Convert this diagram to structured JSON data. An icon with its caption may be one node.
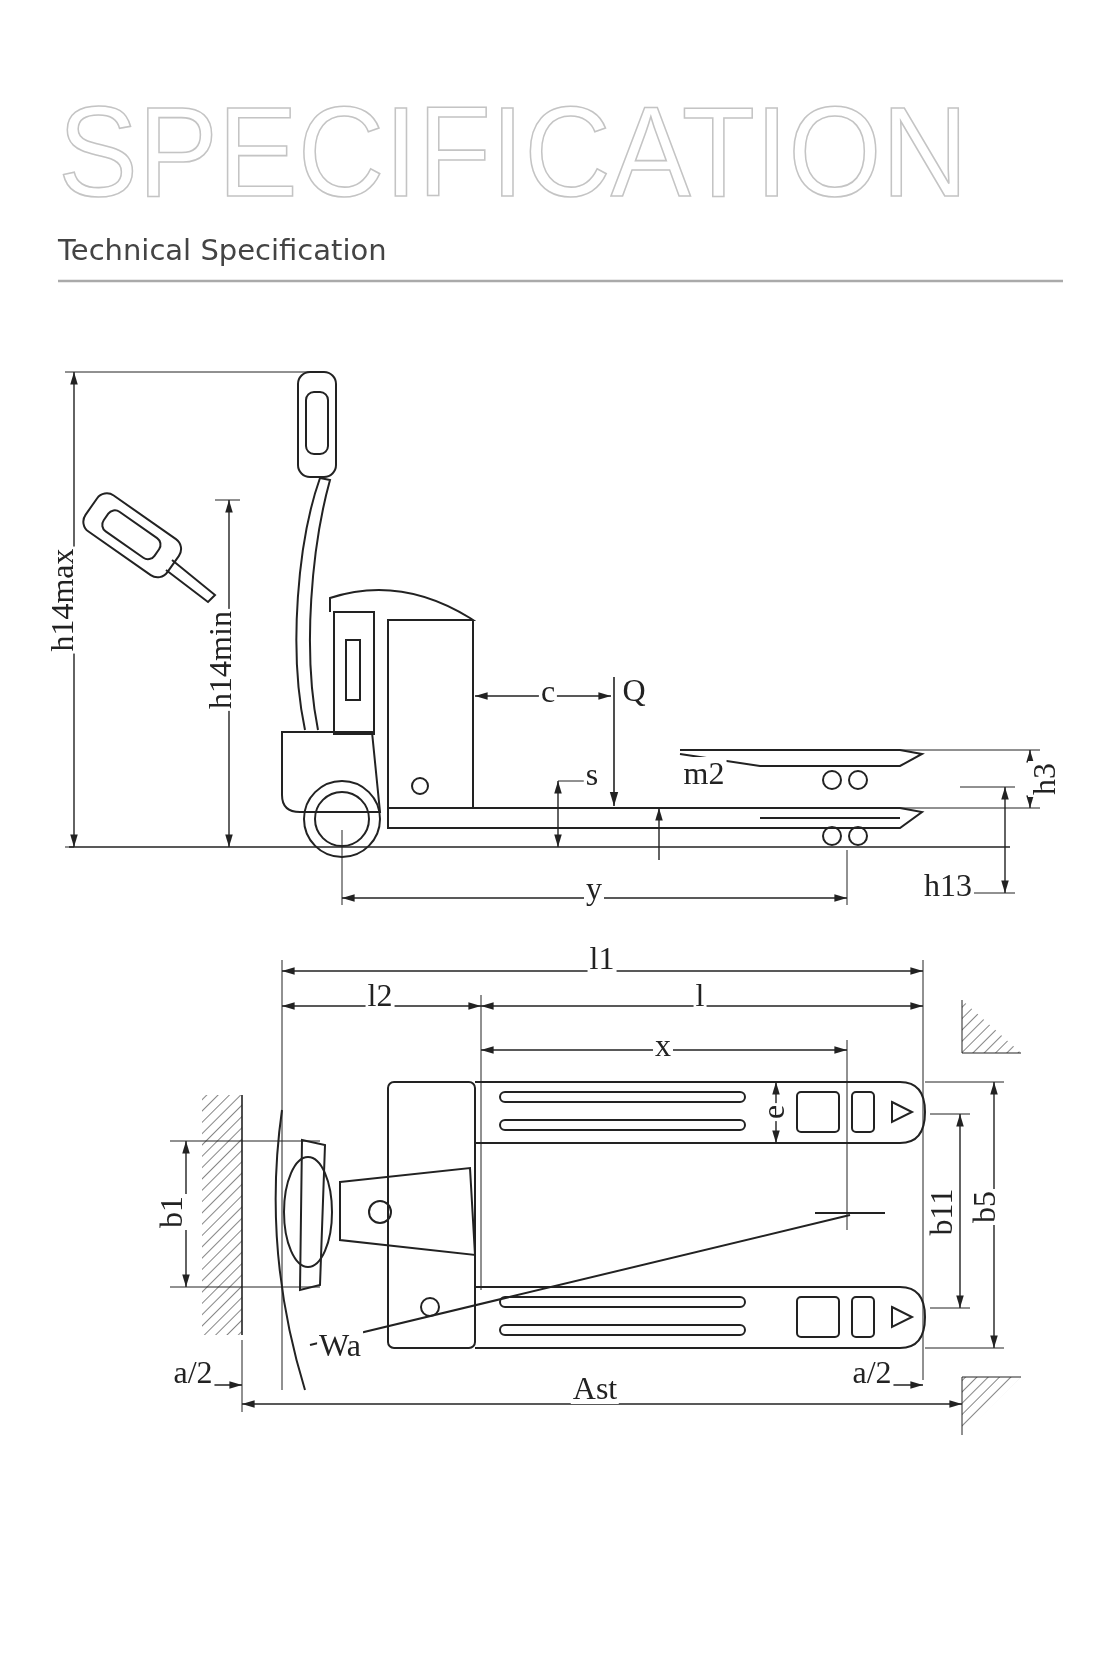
{
  "diagram": {
    "title": "SPECIFICATION",
    "labels": [
      "Technical Specification",
      "h14max",
      "h14min",
      "c",
      "Q",
      "s",
      "m2",
      "h3",
      "y",
      "h13",
      "l1",
      "l2",
      "l",
      "x",
      "e",
      "b1",
      "b11",
      "b5",
      "Wa",
      "a/2",
      "a/2",
      "Ast"
    ]
  }
}
